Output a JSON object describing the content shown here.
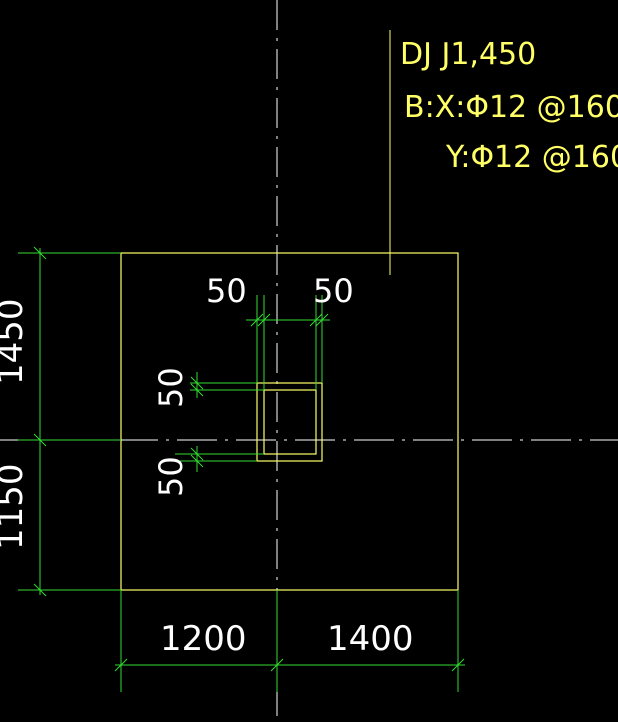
{
  "colors": {
    "background": "#000000",
    "footing": "#ffff66",
    "column": "#ffff66",
    "dimension": "#33dd33",
    "centerline": "#ffffff",
    "annotation_text": "#ffff66",
    "dimension_text": "#ffffff"
  },
  "annotation": {
    "line1": "DJ J1,450",
    "line2": "B:X:Φ12 @160",
    "line3": "Y:Φ12 @160"
  },
  "dimensions": {
    "top_left_offset": "50",
    "top_right_offset": "50",
    "left_upper_offset": "50",
    "left_lower_offset": "50",
    "vertical_upper": "1450",
    "vertical_lower": "1150",
    "bottom_left": "1200",
    "bottom_right": "1400"
  }
}
